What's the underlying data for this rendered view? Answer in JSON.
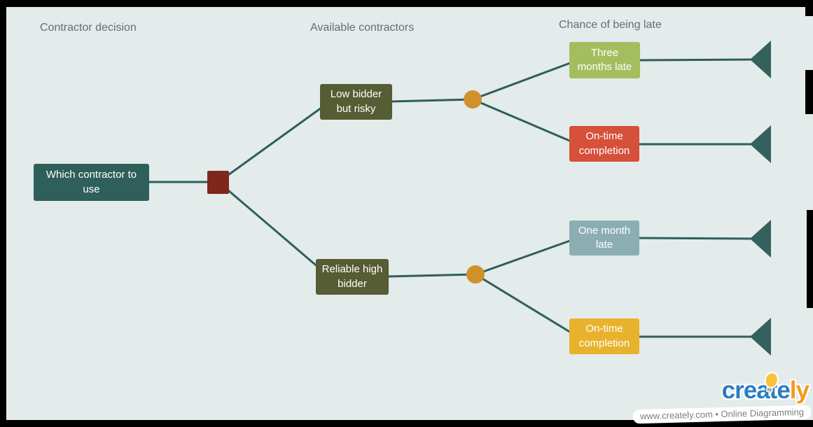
{
  "canvas": {
    "bg": "#E3EBEB",
    "line_color": "#2F5E5B",
    "terminal_color": "#35615C"
  },
  "headers": [
    {
      "label": "Contractor decision"
    },
    {
      "label": "Available contractors"
    },
    {
      "label": "Chance of being late"
    }
  ],
  "nodes": {
    "root": {
      "label": "Which contractor to use",
      "color": "#2F5F5B",
      "type": "label"
    },
    "decision1": {
      "color": "#7E271D",
      "type": "decision-square"
    },
    "low_bidder": {
      "label": "Low bidder but risky",
      "color": "#565C33",
      "type": "label"
    },
    "reliable": {
      "label": "Reliable high bidder",
      "color": "#565C33",
      "type": "label"
    },
    "chance1": {
      "color": "#D0912C",
      "type": "chance-circle"
    },
    "chance2": {
      "color": "#D0912C",
      "type": "chance-circle"
    },
    "three_months": {
      "label": "Three months late",
      "color": "#A5BE5D",
      "type": "label"
    },
    "ontime_risky": {
      "label": "On-time completion",
      "color": "#D6503A",
      "type": "label"
    },
    "one_month": {
      "label": "One month late",
      "color": "#8BAEB3",
      "type": "label"
    },
    "ontime_rel": {
      "label": "On-time completion",
      "color": "#E9B22D",
      "type": "label"
    }
  },
  "edges": [
    "root > decision1",
    "decision1 > low_bidder",
    "decision1 > reliable",
    "low_bidder > chance1",
    "chance1 > three_months",
    "chance1 > ontime_risky",
    "three_months > terminal1",
    "ontime_risky > terminal2",
    "reliable > chance2",
    "chance2 > one_month",
    "chance2 > ontime_rel",
    "one_month > terminal3",
    "ontime_rel > terminal4"
  ],
  "branding": {
    "logo_part_blue": "create",
    "logo_part_orange": "ly",
    "blue": "#2B7EC2",
    "orange": "#F6991E",
    "bulb_yellow": "#F9C23C",
    "tagline": "www.creately.com • Online Diagramming"
  }
}
